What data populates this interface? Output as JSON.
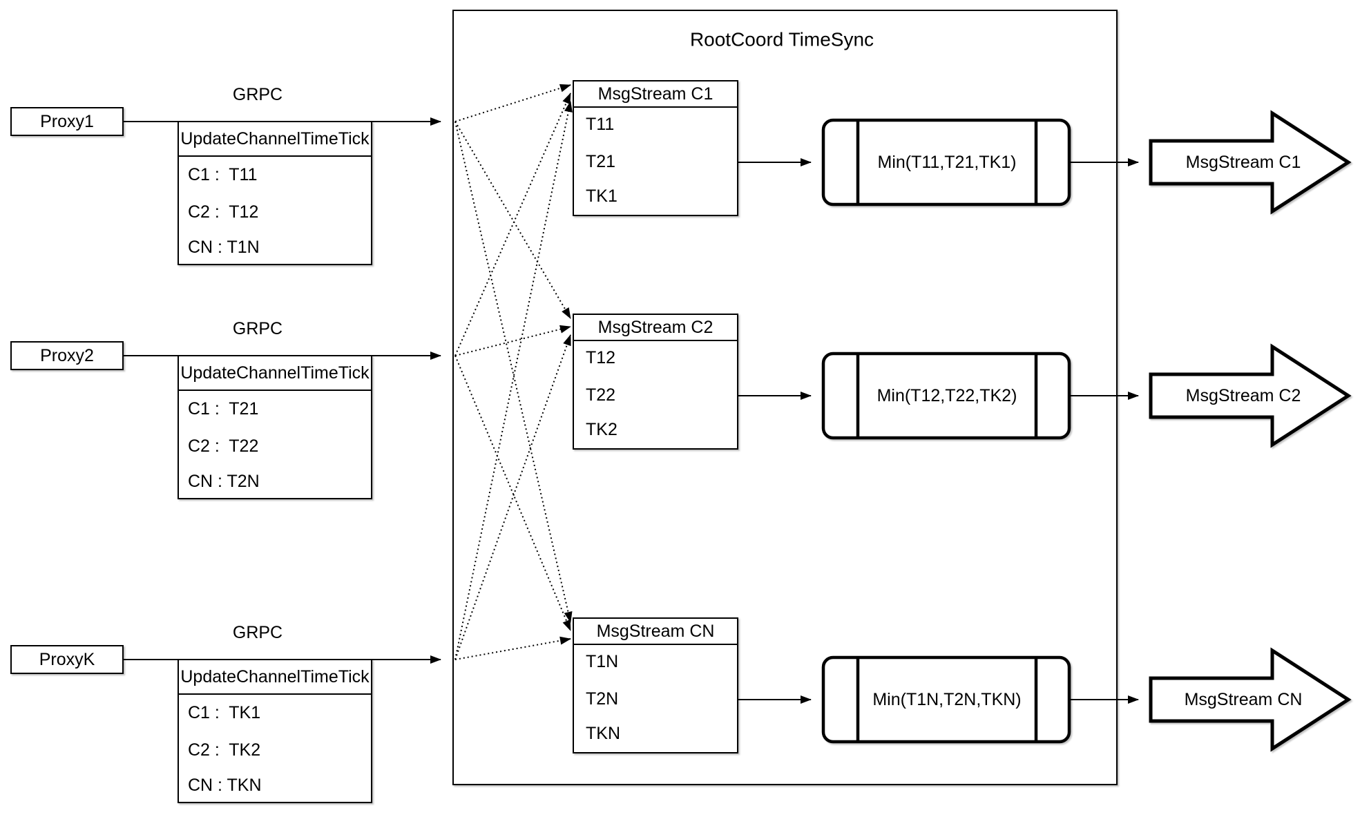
{
  "diagram": {
    "title": "RootCoord TimeSync",
    "grpc_label": "GRPC",
    "proxies": [
      {
        "label": "Proxy1",
        "table_header": "UpdateChannelTimeTick",
        "rows": [
          "C1 :  T11",
          "C2 :  T12",
          "CN : T1N"
        ]
      },
      {
        "label": "Proxy2",
        "table_header": "UpdateChannelTimeTick",
        "rows": [
          "C1 :  T21",
          "C2 :  T22",
          "CN : T2N"
        ]
      },
      {
        "label": "ProxyK",
        "table_header": "UpdateChannelTimeTick",
        "rows": [
          "C1 :  TK1",
          "C2 :  TK2",
          "CN : TKN"
        ]
      }
    ],
    "streams": [
      {
        "header": "MsgStream C1",
        "ticks": [
          "T11",
          "T21",
          "TK1"
        ],
        "min_label": "Min(T11,T21,TK1)",
        "out_label": "MsgStream C1"
      },
      {
        "header": "MsgStream C2",
        "ticks": [
          "T12",
          "T22",
          "TK2"
        ],
        "min_label": "Min(T12,T22,TK2)",
        "out_label": "MsgStream C2"
      },
      {
        "header": "MsgStream CN",
        "ticks": [
          "T1N",
          "T2N",
          "TKN"
        ],
        "min_label": "Min(T1N,T2N,TKN)",
        "out_label": "MsgStream CN"
      }
    ],
    "colors": {
      "stroke": "#000000",
      "fill": "#ffffff",
      "background": "#ffffff"
    }
  }
}
